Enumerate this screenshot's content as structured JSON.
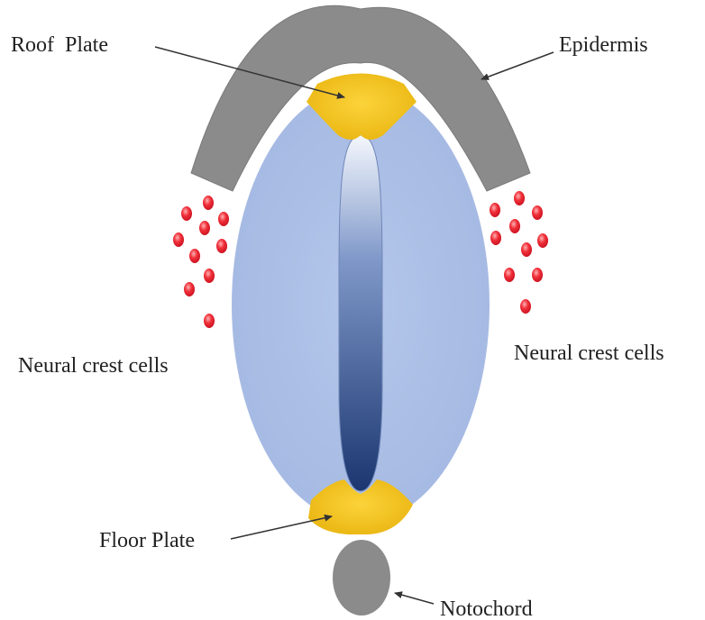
{
  "labels": {
    "roof_plate": "Roof  Plate",
    "epidermis": "Epidermis",
    "neural_crest_left": "Neural crest cells",
    "neural_crest_right": "Neural crest cells",
    "floor_plate": "Floor Plate",
    "notochord": "Notochord"
  },
  "colors": {
    "epidermis": "#8a8a8a",
    "neural_tube": "#a9bde6",
    "plates": "#f2c21c",
    "crest_cells": "#e0202c",
    "lumen_top": "#eef3fb",
    "lumen_bottom": "#1f3d7a",
    "notochord": "#8a8a8a",
    "arrow": "#333333"
  }
}
